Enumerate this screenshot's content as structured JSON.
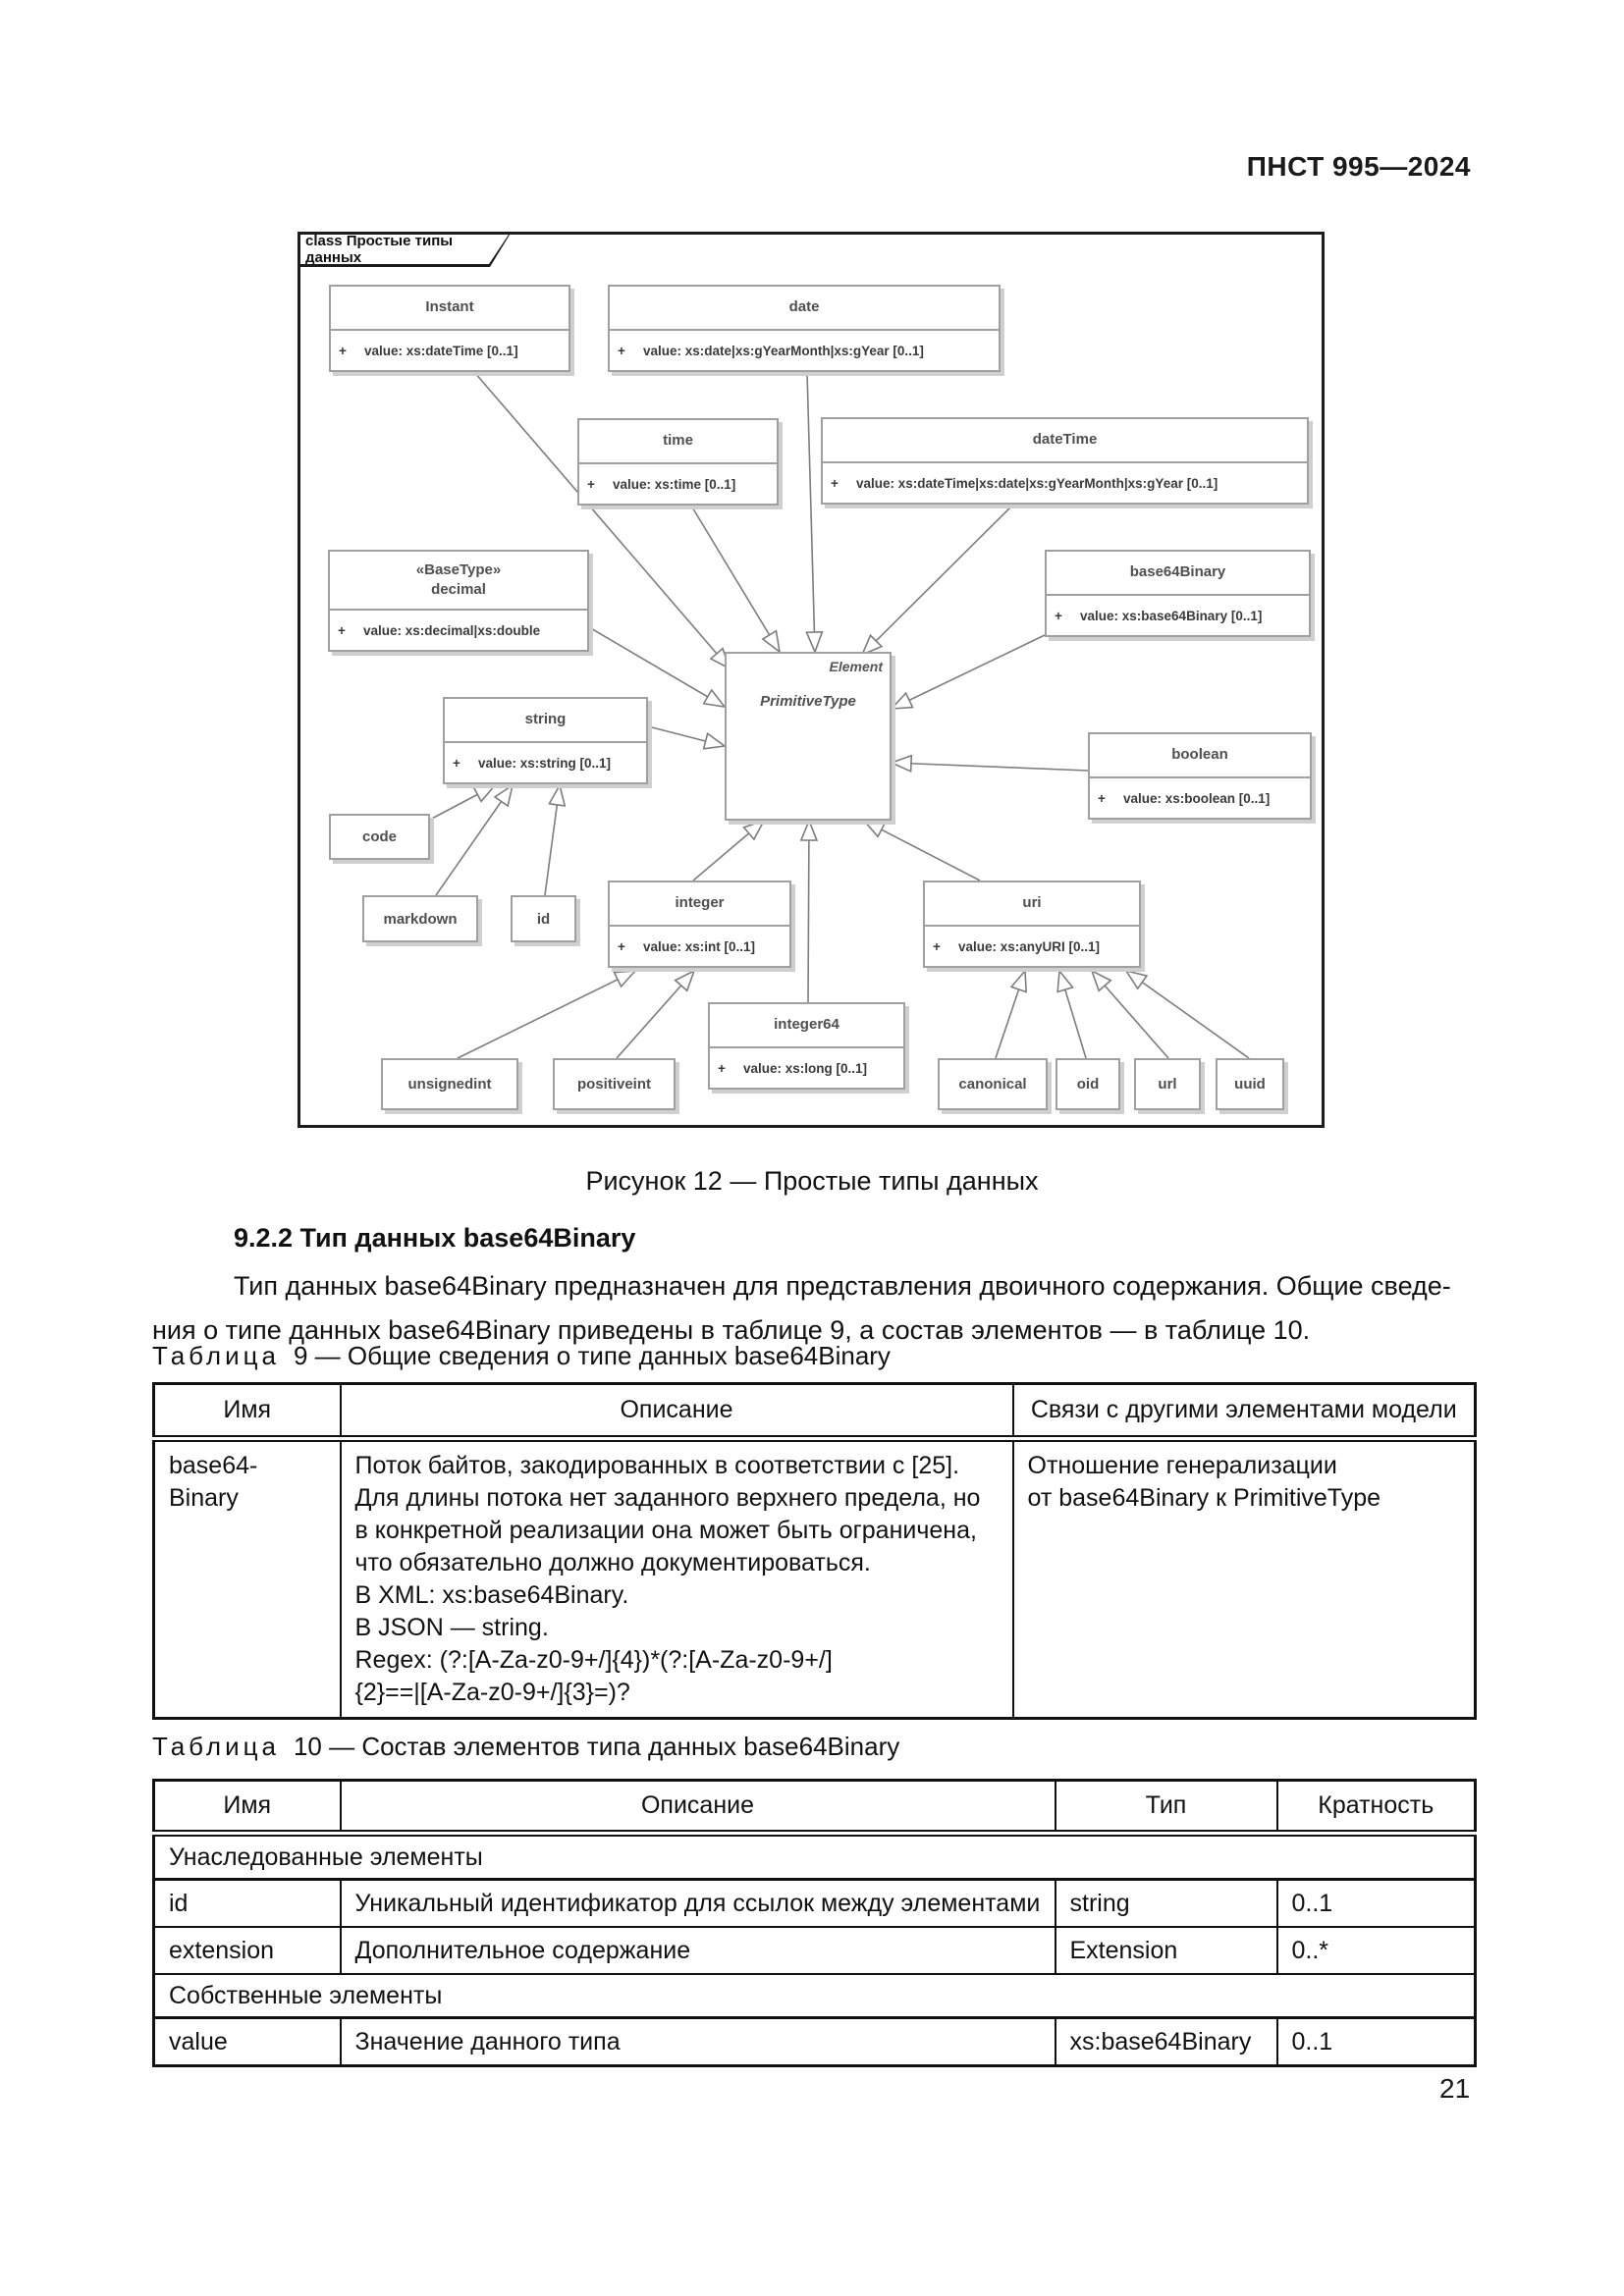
{
  "page": {
    "standard_code": "ПНСТ 995—2024",
    "page_number": "21"
  },
  "figure": {
    "frame_label": "class Простые типы данных",
    "caption": "Рисунок 12 — Простые типы данных",
    "visibility_marker": "+",
    "classes": {
      "instant": {
        "name": "Instant",
        "attr": "value: xs:dateTime [0..1]"
      },
      "date": {
        "name": "date",
        "attr": "value: xs:date|xs:gYearMonth|xs:gYear [0..1]"
      },
      "time": {
        "name": "time",
        "attr": "value: xs:time [0..1]"
      },
      "dateTime": {
        "name": "dateTime",
        "attr": "value: xs:dateTime|xs:date|xs:gYearMonth|xs:gYear [0..1]"
      },
      "decimal": {
        "stereotype": "«BaseType»",
        "name": "decimal",
        "attr": "value: xs:decimal|xs:double"
      },
      "base64Binary": {
        "name": "base64Binary",
        "attr": "value: xs:base64Binary [0..1]"
      },
      "primitiveType": {
        "parent": "Element",
        "name": "PrimitiveType"
      },
      "string": {
        "name": "string",
        "attr": "value: xs:string [0..1]"
      },
      "boolean": {
        "name": "boolean",
        "attr": "value: xs:boolean [0..1]"
      },
      "code": {
        "name": "code"
      },
      "markdown": {
        "name": "markdown"
      },
      "id": {
        "name": "id"
      },
      "integer": {
        "name": "integer",
        "attr": "value: xs:int [0..1]"
      },
      "uri": {
        "name": "uri",
        "attr": "value: xs:anyURI [0..1]"
      },
      "integer64": {
        "name": "integer64",
        "attr": "value: xs:long [0..1]"
      },
      "unsignedint": {
        "name": "unsignedint"
      },
      "positiveint": {
        "name": "positiveint"
      },
      "canonical": {
        "name": "canonical"
      },
      "oid": {
        "name": "oid"
      },
      "url": {
        "name": "url"
      },
      "uuid": {
        "name": "uuid"
      }
    }
  },
  "section": {
    "heading": "9.2.2 Тип данных base64Binary",
    "paragraph": "Тип данных base64Binary предназначен для представления двоичного содержания. Общие сведе-\nния о типе данных base64Binary приведены в таблице 9, а состав элементов — в таблице 10."
  },
  "table9": {
    "label_word": "Таблица",
    "label_rest": "9 — Общие сведения о типе данных base64Binary",
    "columns": [
      "Имя",
      "Описание",
      "Связи с другими элементами модели"
    ],
    "row": {
      "name": "base64-\nBinary",
      "description": "Поток байтов, закодированных в соответствии с [25].\nДля длины потока нет заданного верхнего предела, но в конкретной реализации она может быть ограничена, что обязательно должно документироваться.\nВ XML: xs:base64Binary.\nВ JSON — string.\nRegex: (?:[A-Za-z0-9+/]{4})*(?:[A-Za-z0-9+/]\n{2}==|[A-Za-z0-9+/]{3}=)?",
      "relations": "Отношение генерализации\nот base64Binary к PrimitiveType"
    }
  },
  "table10": {
    "label_word": "Таблица",
    "label_rest": "10 — Состав элементов типа данных base64Binary",
    "columns": [
      "Имя",
      "Описание",
      "Тип",
      "Кратность"
    ],
    "sections": [
      {
        "group": "Унаследованные элементы",
        "rows": [
          {
            "name": "id",
            "description": "Уникальный идентификатор для ссылок между элементами",
            "type": "string",
            "cardinality": "0..1"
          },
          {
            "name": "extension",
            "description": "Дополнительное содержание",
            "type": "Extension",
            "cardinality": "0..*"
          }
        ]
      },
      {
        "group": "Собственные элементы",
        "rows": [
          {
            "name": "value",
            "description": "Значение данного типа",
            "type": "xs:base64Binary",
            "cardinality": "0..1"
          }
        ]
      }
    ]
  }
}
